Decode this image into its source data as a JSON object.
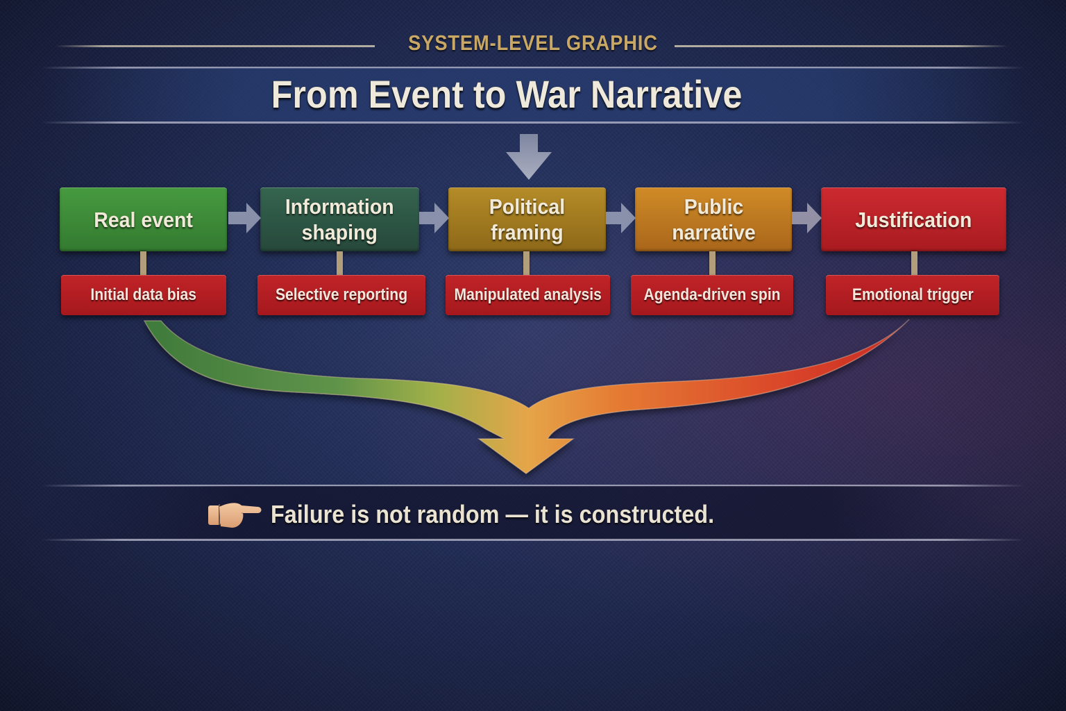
{
  "header": {
    "eyebrow": "SYSTEM-LEVEL GRAPHIC",
    "title": "From Event to War Narrative"
  },
  "stages": [
    {
      "label_line1": "Real event",
      "label_line2": "",
      "color": "#3d8a3a",
      "sub_label": "Initial data bias"
    },
    {
      "label_line1": "Information",
      "label_line2": "shaping",
      "color": "#2f5a48",
      "sub_label": "Selective reporting"
    },
    {
      "label_line1": "Political",
      "label_line2": "framing",
      "color": "#a8801f",
      "sub_label": "Manipulated analysis"
    },
    {
      "label_line1": "Public",
      "label_line2": "narrative",
      "color": "#c47f1f",
      "sub_label": "Agenda-driven spin"
    },
    {
      "label_line1": "Justification",
      "label_line2": "",
      "color": "#c3252b",
      "sub_label": "Emotional trigger"
    }
  ],
  "colors": {
    "eyebrow": "#c9a866",
    "title": "#efe9dc",
    "sub_box": "#b21e23",
    "funnel_left": "#4f8c3f",
    "funnel_center": "#e8a545",
    "funnel_right": "#de3a25",
    "connector": "#b39e7c"
  },
  "icons": {
    "top_arrow": "down-arrow-icon",
    "flow_arrow": "right-arrow-icon",
    "funnel": "merging-arrow-icon",
    "pointer": "pointing-hand-icon"
  },
  "footer": {
    "pointer_emoji": "👉",
    "text": "Failure is not random — it is constructed."
  }
}
